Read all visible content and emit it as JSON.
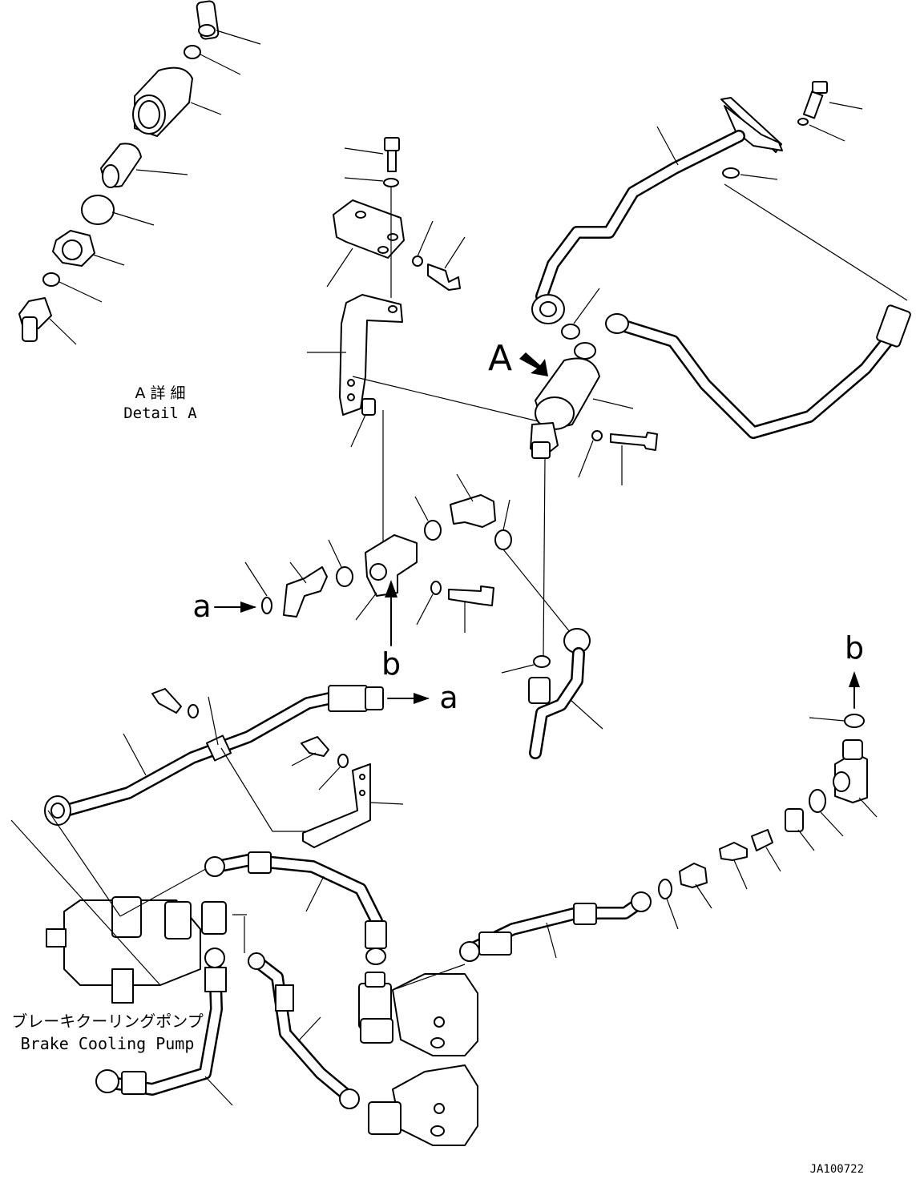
{
  "labels": {
    "detail_jp": "A 詳 細",
    "detail_en": "Detail A",
    "view_a": "A",
    "ref_a_left": "a",
    "ref_a_right": "a",
    "ref_b_bottom": "b",
    "ref_b_right": "b",
    "pump_jp": "ブレーキクーリングポンプ",
    "pump_en": "Brake Cooling Pump",
    "drawing_id": "JA100722"
  }
}
